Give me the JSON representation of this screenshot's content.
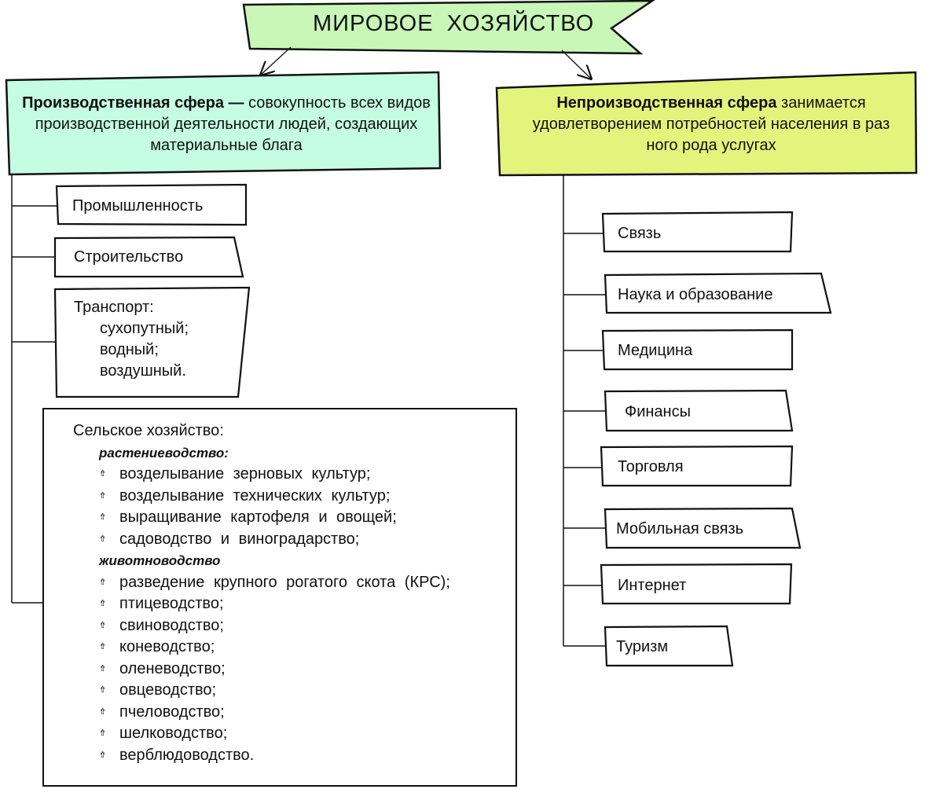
{
  "title": "МИРОВОЕ  ХОЗЯЙСТВО",
  "colors": {
    "banner": "#c8f7b8",
    "production": "#c4fde2",
    "nonproduction": "#e3f47c",
    "line": "#111111"
  },
  "production": {
    "bold": "Производственная сфера —",
    "text": " совокупность всех видов производственной деятельности людей, создающих материальные блага",
    "items": [
      "Промышленность",
      "Строительство"
    ],
    "transport": {
      "label": "Транспорт:",
      "types": [
        "сухопутный;",
        "водный;",
        "воздушный."
      ]
    },
    "agriculture": {
      "label": "Сельское  хозяйство:",
      "bullet_icon": "arrow-up-bullet",
      "crop_label": "растениеводство:",
      "crop_items": [
        "возделывание  зерновых  культур;",
        "возделывание  технических  культур;",
        "выращивание  картофеля  и овощей;",
        "садоводство  и виноградарство;"
      ],
      "livestock_label": "животноводство",
      "livestock_items": [
        "разведение  крупного  рогатого  скота  (КРС);",
        "птицеводство;",
        "свиноводство;",
        "коневодство;",
        "оленеводство;",
        "овцеводство;",
        "пчеловодство;",
        "шелководство;",
        "верблюдоводство."
      ]
    }
  },
  "nonproduction": {
    "bold": "Непроизводственная сфера",
    "text": " занимается удовлетворением потребностей населения в раз ного рода услугах",
    "items": [
      "Связь",
      "Наука и образование",
      "Медицина",
      "Финансы",
      "Торговля",
      "Мобильная связь",
      "Интернет",
      "Туризм"
    ]
  }
}
